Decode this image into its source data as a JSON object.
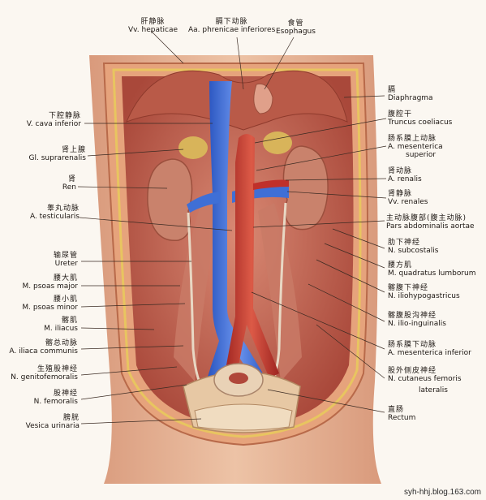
{
  "labels": {
    "hepatic_veins": {
      "zh": "肝静脉",
      "la": "Vv. hepaticae"
    },
    "inferior_phrenic": {
      "zh": "膈下动脉",
      "la": "Aa. phrenicae inferiores"
    },
    "esophagus": {
      "zh": "食管",
      "la": "Esophagus"
    },
    "diaphragm": {
      "zh": "膈",
      "la": "Diaphragma"
    },
    "celiac_trunk": {
      "zh": "腹腔干",
      "la": "Truncus coeliacus"
    },
    "sup_mesenteric": {
      "zh": "肠系膜上动脉",
      "la": "A. mesenterica",
      "la2": "superior"
    },
    "renal_artery": {
      "zh": "肾动脉",
      "la": "A. renalis"
    },
    "renal_veins": {
      "zh": "肾静脉",
      "la": "Vv. renales"
    },
    "abdominal_aorta": {
      "zh": "主动脉腹部(腹主动脉)",
      "la": "Pars abdominalis aortae"
    },
    "subcostal": {
      "zh": "肋下神经",
      "la": "N. subcostalis"
    },
    "quadratus": {
      "zh": "腰方肌",
      "la": "M. quadratus lumborum"
    },
    "iliohypogastric": {
      "zh": "髂腹下神经",
      "la": "N. iliohypogastricus"
    },
    "ilioinguinal": {
      "zh": "髂腹股沟神经",
      "la": "N. ilio-inguinalis"
    },
    "inf_mesenteric": {
      "zh": "肠系膜下动脉",
      "la": "A. mesenterica inferior"
    },
    "lat_fem_cutaneous": {
      "zh": "股外侧皮神经",
      "la": "N. cutaneus femoris",
      "la2": "lateralis"
    },
    "rectum": {
      "zh": "直肠",
      "la": "Rectum"
    },
    "ivc": {
      "zh": "下腔静脉",
      "la": "V. cava inferior"
    },
    "suprarenal": {
      "zh": "肾上腺",
      "la": "Gl. suprarenalis"
    },
    "kidney": {
      "zh": "肾",
      "la": "Ren"
    },
    "testicular": {
      "zh": "睾丸动脉",
      "la": "A. testicularis"
    },
    "ureter": {
      "zh": "输尿管",
      "la": "Ureter"
    },
    "psoas_major": {
      "zh": "腰大肌",
      "la": "M. psoas major"
    },
    "psoas_minor": {
      "zh": "腰小肌",
      "la": "M. psoas minor"
    },
    "iliacus": {
      "zh": "髂肌",
      "la": "M. iliacus"
    },
    "common_iliac": {
      "zh": "髂总动脉",
      "la": "A. iliaca communis"
    },
    "genitofemoral": {
      "zh": "生殖股神经",
      "la": "N. genitofemoralis"
    },
    "femoral": {
      "zh": "股神经",
      "la": "N. femoralis"
    },
    "bladder": {
      "zh": "膀胱",
      "la": "Vesica urinaria"
    }
  },
  "watermark": "syh-hhj.blog.163.com",
  "colors": {
    "background": "#fbf7f1",
    "muscle": "#c8705e",
    "vein": "#3f6fd6",
    "artery": "#c0302a",
    "kidney": "#c9826c",
    "adrenal": "#d8b45a",
    "skin": "#e8b99c"
  }
}
